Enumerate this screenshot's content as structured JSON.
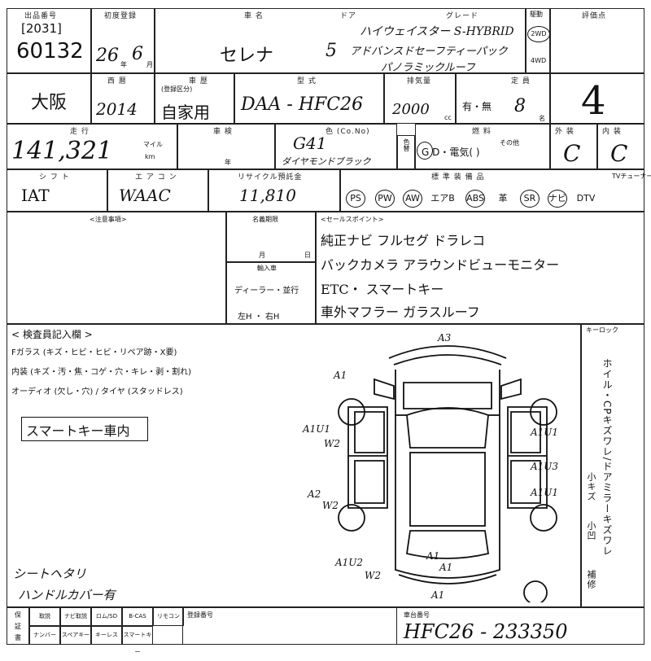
{
  "header": {
    "region_label": "出品番号",
    "lot_code": "[2031]",
    "lot_number": "60132",
    "first_reg_label": "初度登録",
    "first_reg_year": "26",
    "first_reg_year_mark": "年",
    "first_reg_month": "6",
    "first_reg_month_mark": "月",
    "car_name_label": "車 名",
    "door_label": "ドア",
    "grade_label": "グレード",
    "drive_label": "駆動",
    "score_label": "評価点",
    "car_name": "セレナ",
    "doors": "5",
    "grade_line1": "ハイウェイスター S-HYBRID",
    "grade_line2": "アドバンスドセーフティーパック",
    "grade_line3": "パノラミックルーフ",
    "drive_2wd": "2WD",
    "drive_4wd": "4WD",
    "score": "4"
  },
  "row2": {
    "location": "大阪",
    "year_label": "西 暦",
    "year": "2014",
    "use_label": "車 歴",
    "use_note": "(登録区分)",
    "use": "自家用",
    "model_label": "型 式",
    "model": "DAA - HFC26",
    "displacement_label": "排気量",
    "displacement": "2000",
    "cc": "cc",
    "capacity_label": "定 員",
    "capacity": "8",
    "ac_label": "有・無",
    "capacity_unit": "名"
  },
  "row3": {
    "mileage_label": "走 行",
    "mileage": "141,321",
    "mile_unit": "マイル",
    "km_unit": "km",
    "inspection_label": "車 検",
    "inspection_unit": "年",
    "color_label": "色 (Co.No)",
    "color_code": "G41",
    "color_name": "ダイヤモンドブラック",
    "color_change_label": "色替",
    "fuel_label": "燃 料",
    "fuel_options": "G  D・電気(          )",
    "fuel_other": "その他",
    "exterior_label": "外 装",
    "exterior": "C",
    "interior_label": "内 装",
    "interior": "C"
  },
  "row4": {
    "shift_label": "シ フ ト",
    "shift": "IAT",
    "aircon_label": "エ ア コ ン",
    "aircon": "WAAC",
    "recycle_label": "リサイクル預託金",
    "recycle": "11,810",
    "equipment_label": "標 準 装 備 品",
    "tv_label": "TVチューナー",
    "equipment": [
      "PS",
      "PW",
      "AW",
      "エアB",
      "ABS",
      "革",
      "SR",
      "ナビ",
      "DTV"
    ]
  },
  "notes_section": {
    "caution_label": "<注意事項>",
    "ownership_label": "名義期限",
    "month_label": "月",
    "day_label": "日",
    "import_label": "輸入車",
    "dealer_label": "ディーラー・並行",
    "handle_label": "左H ・ 右H",
    "sales_label": "<セールスポイント>",
    "sales_line1": "純正ナビ    フルセグ    ドラレコ",
    "sales_line2": "バックカメラ  アラウンドビューモニター",
    "sales_line3": "ETC・ スマートキー",
    "sales_line4": "車外マフラー       ガラスルーフ",
    "keylock_label": "キーロック"
  },
  "inspector": {
    "title": "< 検査員記入欄 >",
    "line1": "Fガラス (キズ・ヒビ・ヒビ・リペア跡・X要)",
    "line2": "内装 (キズ・汚・焦・コゲ・穴・キレ・剥・割れ)",
    "line3": "オーディオ (欠し・穴) / タイヤ (スタッドレス)",
    "boxed_note": "スマートキー車内",
    "note1": "シートヘタリ",
    "note2": "ハンドルカバー有"
  },
  "diagram_marks": {
    "front": "A3",
    "left_top": "A1",
    "left_mid": "A1U1",
    "left_w": "W2",
    "left_low": "A2",
    "left_low_w": "W2",
    "left_bottom": "A1U2",
    "left_bottom_w": "W2",
    "right_top": "A1U1",
    "right_mid": "A1U3",
    "right_low": "A1U1",
    "rear_a": "A1",
    "rear_note": "A1",
    "rear_bottom": "A1"
  },
  "side_panel": {
    "line1": "ホイル・CPキズワレ/ドアミラーキズワレ",
    "line2": "小キズ",
    "line3": "小凹",
    "line4": "補修"
  },
  "footer": {
    "labels_row1": [
      "取説",
      "ナビ取説",
      "ロム/SD",
      "B-CAS",
      "リモコン"
    ],
    "labels_row2": [
      "ナンバー",
      "スペアキー",
      "キーレス",
      "スマートキー"
    ],
    "reg_label": "登録番号",
    "chassis_label": "車台番号",
    "chassis": "HFC26 - 233350",
    "left_label1": "保",
    "left_label2": "証",
    "left_label3": "書"
  }
}
